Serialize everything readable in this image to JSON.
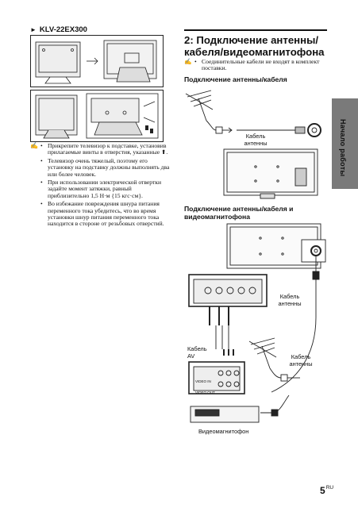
{
  "left": {
    "model_marker": "►",
    "model": "KLV-22EX300",
    "note_icon": "note-pencil-icon",
    "notes": [
      "Прикрепите телевизор к подставке, установив прилагаемые винты в отверстия, указанные",
      "Телевизор очень тяжелый, поэтому его установку на подставку должны выполнять два или более человек.",
      "При использовании электрической отвертки задайте момент затяжки, равный приблизительно 1,5 Н·м {15 кгс·см}.",
      "Во избежание повреждения шнура питания переменного тока убедитесь, что во время установки шнур питания переменного тока находится в стороне от резьбовых отверстий."
    ]
  },
  "right": {
    "heading": "2: Подключение антенны/ кабеля/видеомагнитофона",
    "note": "Соединительные кабели не входят в комплект поставки.",
    "sub1": "Подключение антенны/кабеля",
    "cable_antenna_1": "Кабель антенны",
    "sub2": "Подключение антенны/кабеля и видеомагнитофона",
    "cable_antenna_2": "Кабель антенны",
    "cable_av": "Кабель AV",
    "cable_antenna_3": "Кабель антенны",
    "vcr": "Видеомагнитофон",
    "vcr_video_in": "VIDEO IN",
    "vcr_video_out": "VIDEO OUT"
  },
  "side_tab": "Начало работы",
  "page": {
    "number": "5",
    "suffix": "RU"
  }
}
